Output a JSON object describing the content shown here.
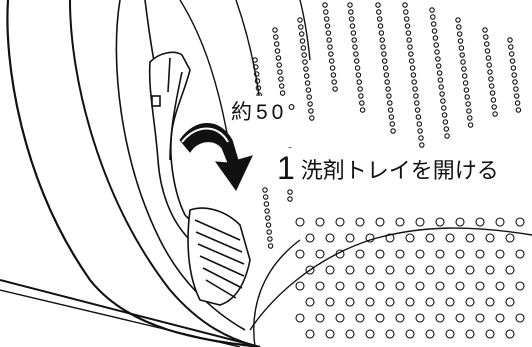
{
  "annotation": {
    "angle_text": "約50°"
  },
  "step": {
    "number": "1",
    "text": "洗剤トレイを開ける"
  },
  "colors": {
    "line": "#111111",
    "arrow_fill": "#111111",
    "background": "#ffffff"
  }
}
